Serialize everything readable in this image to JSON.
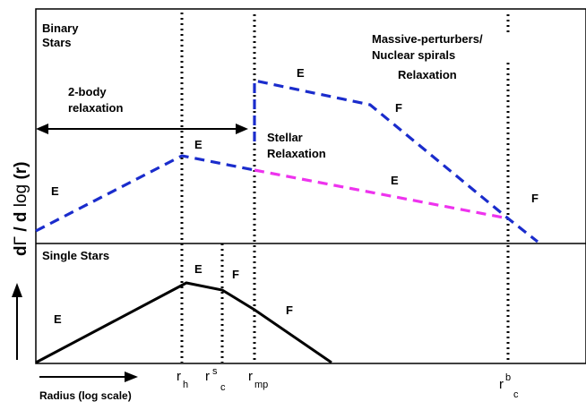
{
  "panel_top": {
    "label_line1": "Binary",
    "label_line2": "Stars",
    "two_body_line1": "2-body",
    "two_body_line2": "relaxation",
    "stellar_line1": "Stellar",
    "stellar_line2": "Relaxation",
    "massive_line1": "Massive-perturbers/",
    "massive_line2": "Nuclear spirals",
    "massive_line3": "Relaxation",
    "letters": {
      "e_left": "E",
      "e_peak": "E",
      "e_upper": "E",
      "f_upper": "F",
      "e_magenta": "E",
      "f_right": "F"
    }
  },
  "panel_bottom": {
    "label": "Single Stars",
    "letters": {
      "e_left": "E",
      "e_peak": "E",
      "f_mid": "F",
      "f_right": "F"
    }
  },
  "y_axis": {
    "label_part1": "d",
    "label_gamma": "Γ",
    "label_part2": " / d ",
    "label_part3": "log",
    "label_part4": " (r)"
  },
  "x_axis": {
    "label": "Radius (log scale)"
  },
  "radii": {
    "rh_main": "r",
    "rh_sub": "h",
    "rsc_main": "r",
    "rsc_sup": "s",
    "rsc_sub": "c",
    "rmp_main": "r",
    "rmp_sub": "mp",
    "rbc_main": "r",
    "rbc_sup": "b",
    "rbc_sub": "c"
  },
  "colors": {
    "blue_dashed": "#1a2ccc",
    "magenta_dashed": "#ee33ee",
    "black": "#000000"
  }
}
